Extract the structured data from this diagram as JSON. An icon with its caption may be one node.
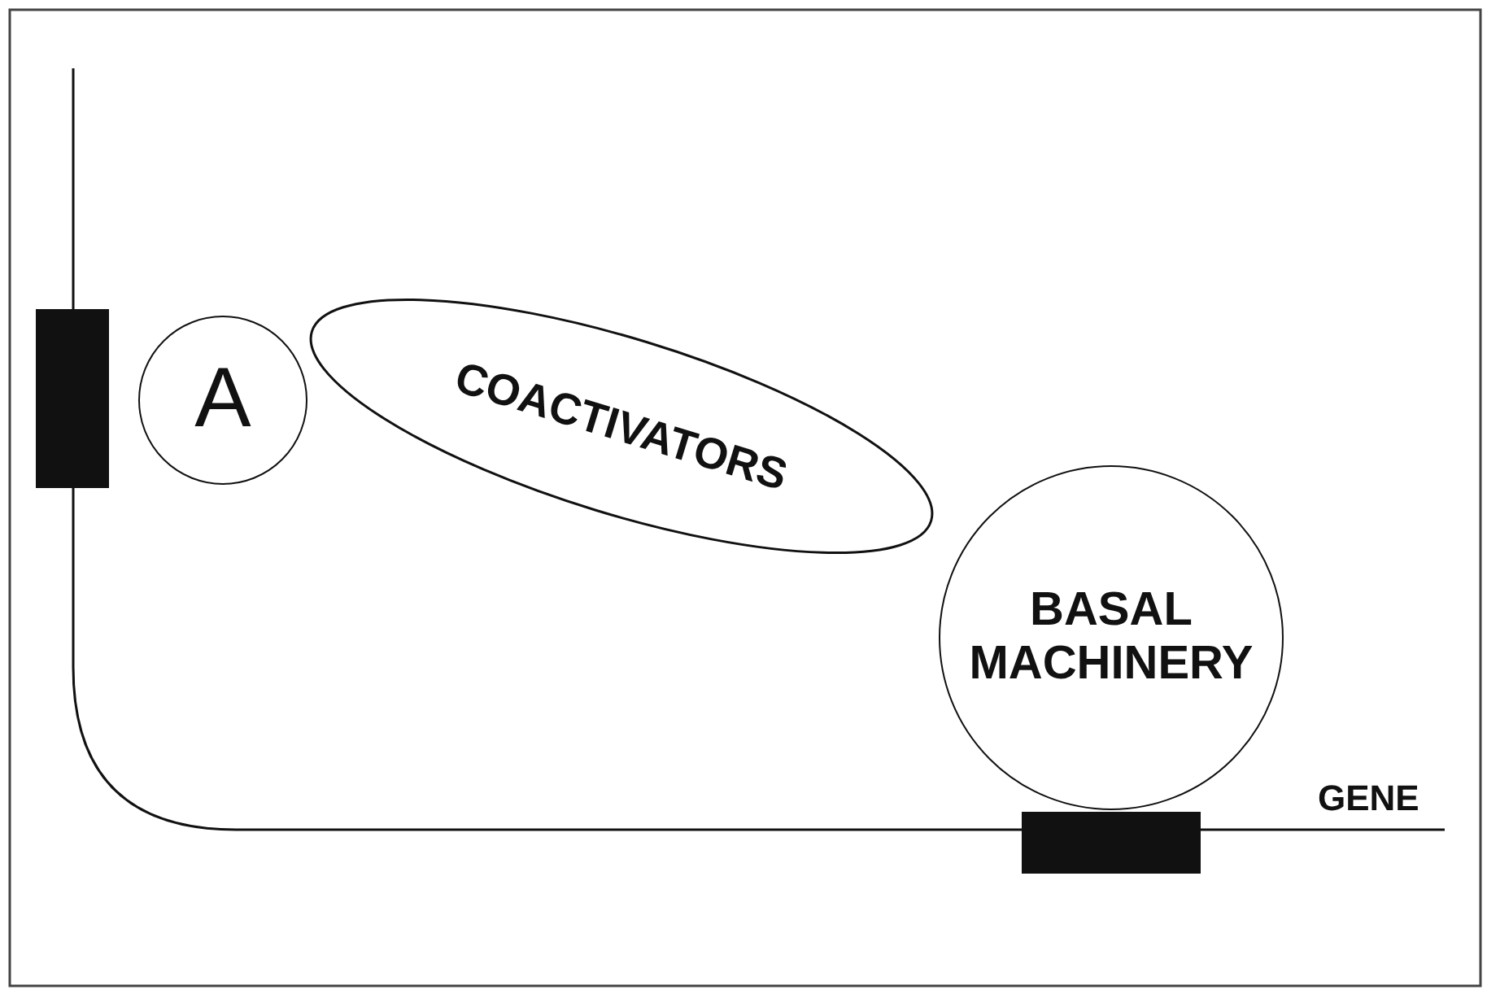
{
  "diagram": {
    "nodes": [
      {
        "text": [
          "A"
        ]
      },
      {
        "text": [
          "COACTIVATORS"
        ]
      },
      {
        "text": [
          "BASAL MACHINERY"
        ]
      },
      {
        "text": [],
        "shape": "box"
      },
      {
        "text": [],
        "shape": "box"
      }
    ],
    "labels": [
      "GENE"
    ]
  }
}
